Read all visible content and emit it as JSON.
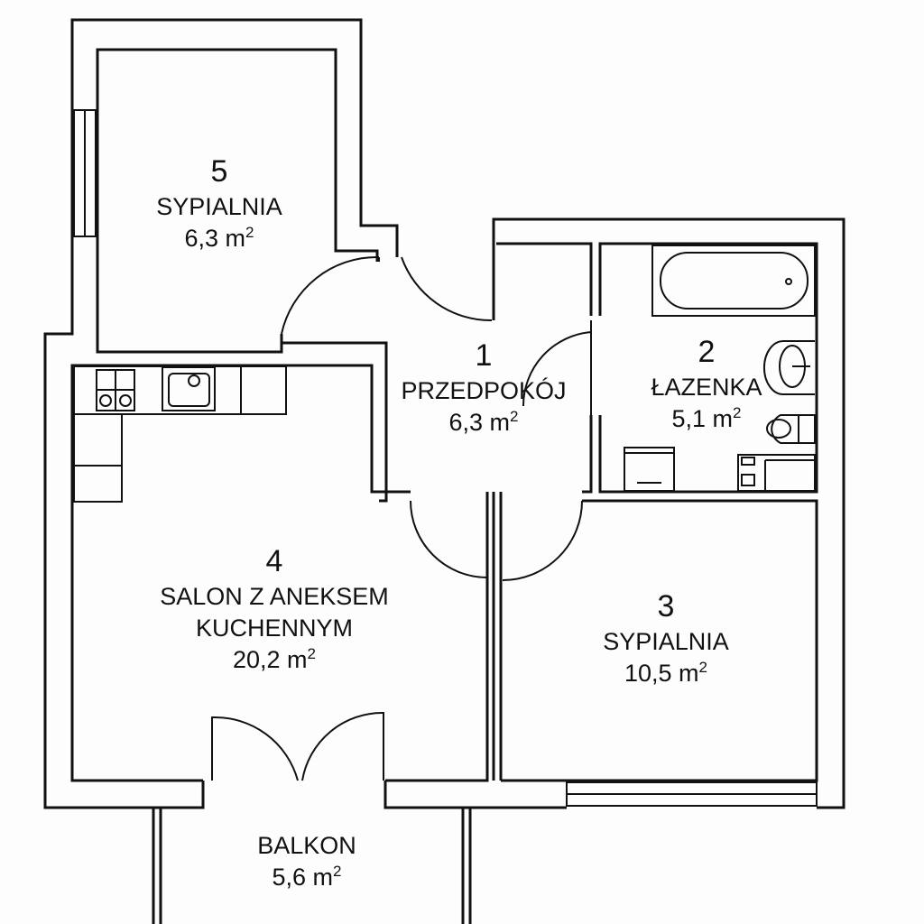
{
  "rooms": [
    {
      "number": "1",
      "name": "PRZEDPOKÓJ",
      "area": "6,3 m",
      "unit_sup": "2"
    },
    {
      "number": "2",
      "name": "ŁAZENKA",
      "area": "5,1 m",
      "unit_sup": "2"
    },
    {
      "number": "3",
      "name": "SYPIALNIA",
      "area": "10,5 m",
      "unit_sup": "2"
    },
    {
      "number": "4",
      "name": "SALON Z ANEKSEM",
      "name2": "KUCHENNYM",
      "area": "20,2 m",
      "unit_sup": "2"
    },
    {
      "number": "5",
      "name": "SYPIALNIA",
      "area": "6,3 m",
      "unit_sup": "2"
    },
    {
      "number": "",
      "name": "BALKON",
      "area": "5,6 m",
      "unit_sup": "2"
    }
  ],
  "colors": {
    "line": "#111111",
    "background": "#fdfdfd"
  }
}
